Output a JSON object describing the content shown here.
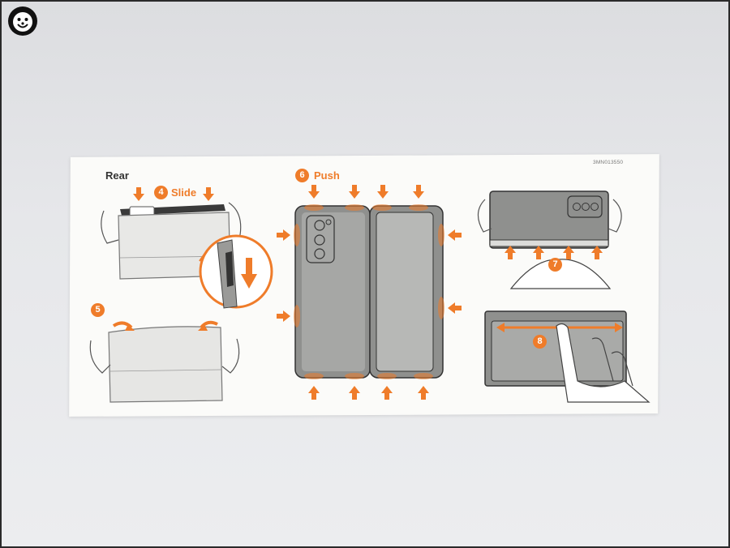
{
  "card": {
    "rear_label": "Rear",
    "product_code": "3MN013550",
    "steps": [
      {
        "number": "4",
        "label": "Slide"
      },
      {
        "number": "5",
        "label": ""
      },
      {
        "number": "6",
        "label": "Push"
      },
      {
        "number": "7",
        "label": ""
      },
      {
        "number": "8",
        "label": ""
      }
    ]
  },
  "colors": {
    "accent": "#ef7c2a",
    "case_gray": "#8e8f8d",
    "card_bg": "#fbfbf9",
    "background": "#e4e5e8"
  },
  "icons": [
    "watermark-logo-icon"
  ]
}
